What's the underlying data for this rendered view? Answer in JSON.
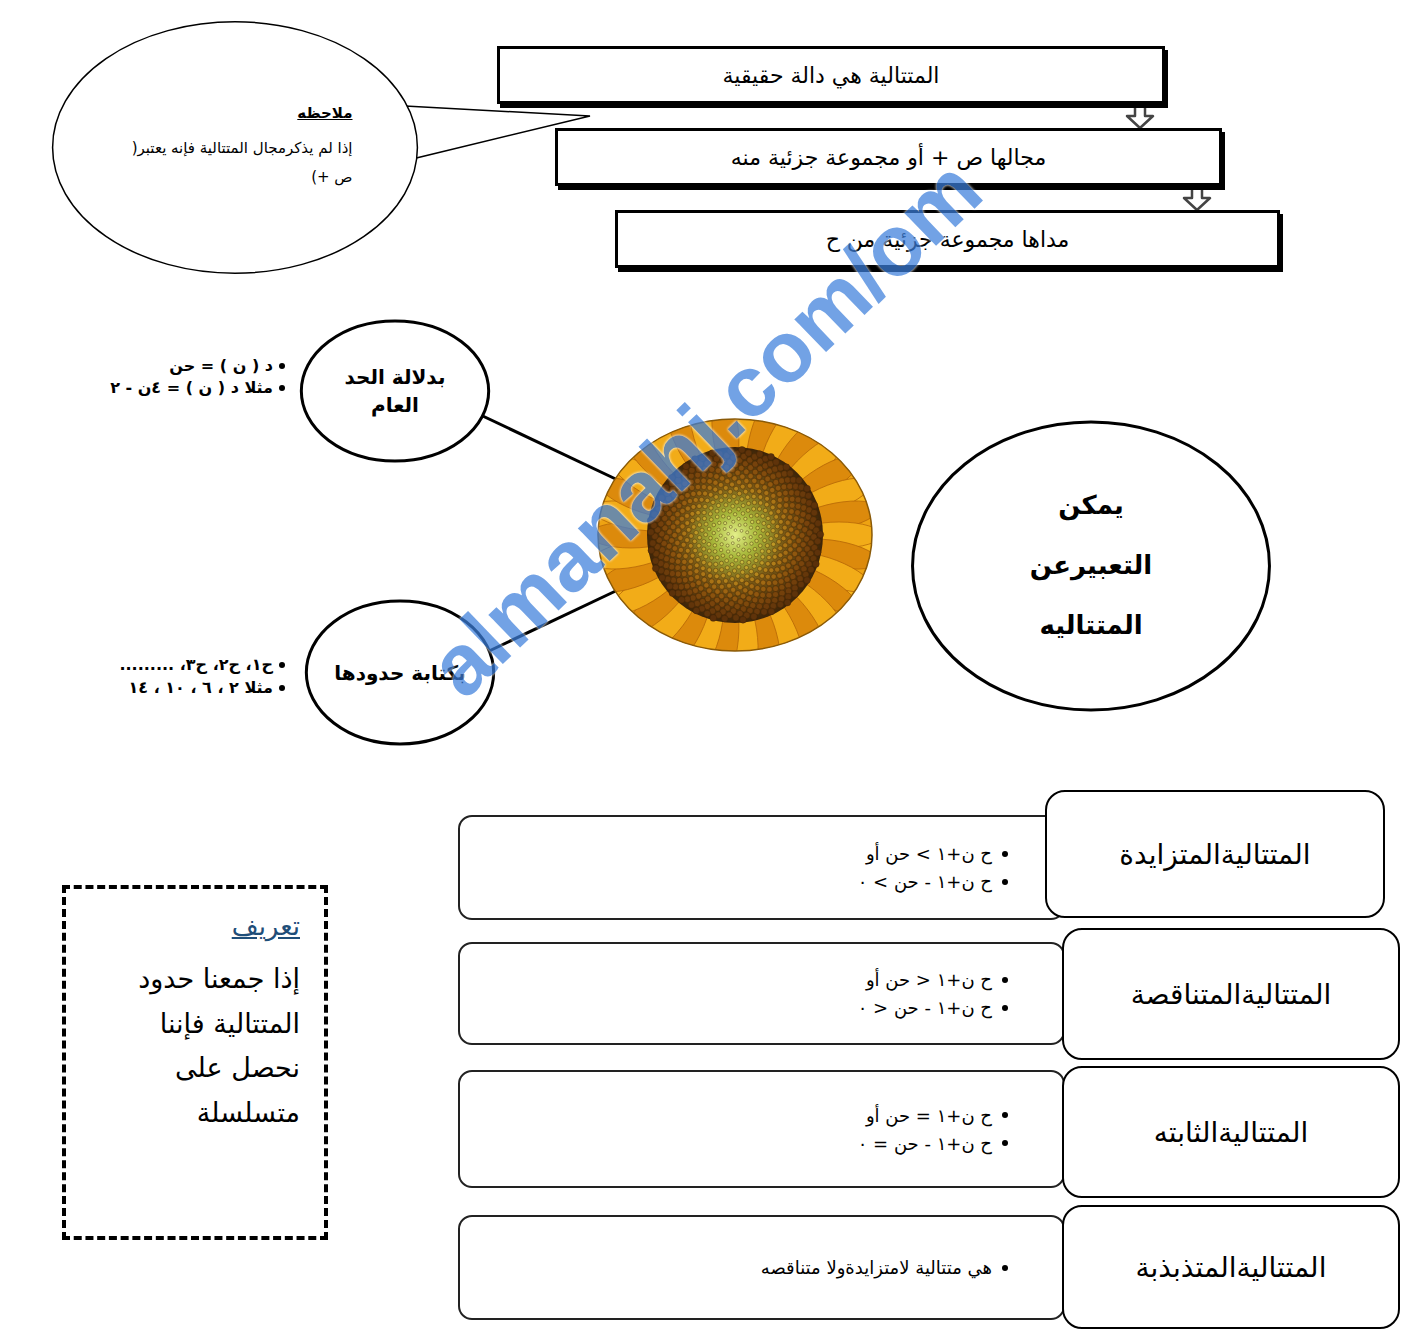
{
  "diagram": {
    "nodes": [
      {
        "text": [
          "المتتالية هي دالة حقيقية"
        ]
      },
      {
        "text": [
          "ملاحظه",
          "إذا لم يذكرمجال المتتالية فإنه يعتبر( ص +)"
        ]
      },
      {
        "text": [
          "مجالها ص + أو مجموعة جزئية منه"
        ]
      },
      {
        "text": [
          "مداها مجموعة جزئية من ح"
        ]
      },
      {
        "text": [
          "يمكن التعبيرعن المتتاليه"
        ]
      },
      {
        "text": [
          "بدلالة الحد العام"
        ]
      },
      {
        "text": [
          "بكتابة حدودها"
        ]
      },
      {
        "text": [
          "المتتاليةالمتزايدة"
        ]
      },
      {
        "text": [
          "ح ن+١ > حن أو",
          "ح ن+١ - حن > ٠"
        ]
      },
      {
        "text": [
          "المتتاليةالمتناقصة"
        ]
      },
      {
        "text": [
          "ح ن+١ < حن أو",
          "ح ن+١ - حن < ٠"
        ]
      },
      {
        "text": [
          "المتتاليةالثابته"
        ]
      },
      {
        "text": [
          "ح ن+١ = حن أو",
          "ح ن+١ - حن = ٠"
        ]
      },
      {
        "text": [
          "المتتاليةالمتذبذبة"
        ]
      },
      {
        "text": [
          "هي متتالية لامتزايدةولا متناقصه"
        ]
      },
      {
        "text": [
          "تعريف",
          "إذا جمعنا حدود المتتالية فإننا نحصل على متسلسلة"
        ]
      }
    ],
    "edges": [
      {
        "from": 0,
        "to": 2,
        "arrow": "to"
      },
      {
        "from": 2,
        "to": 3,
        "arrow": "to"
      }
    ],
    "labels": [
      "د ( ن ) = حن",
      "مثلا د ( ن ) = ٤ن - ٢",
      "ح١، ح٢، ح٣، .........",
      "مثلا ٢ ، ٦ ، ١٠ ، ١٤",
      "almanahj.com/om"
    ]
  }
}
